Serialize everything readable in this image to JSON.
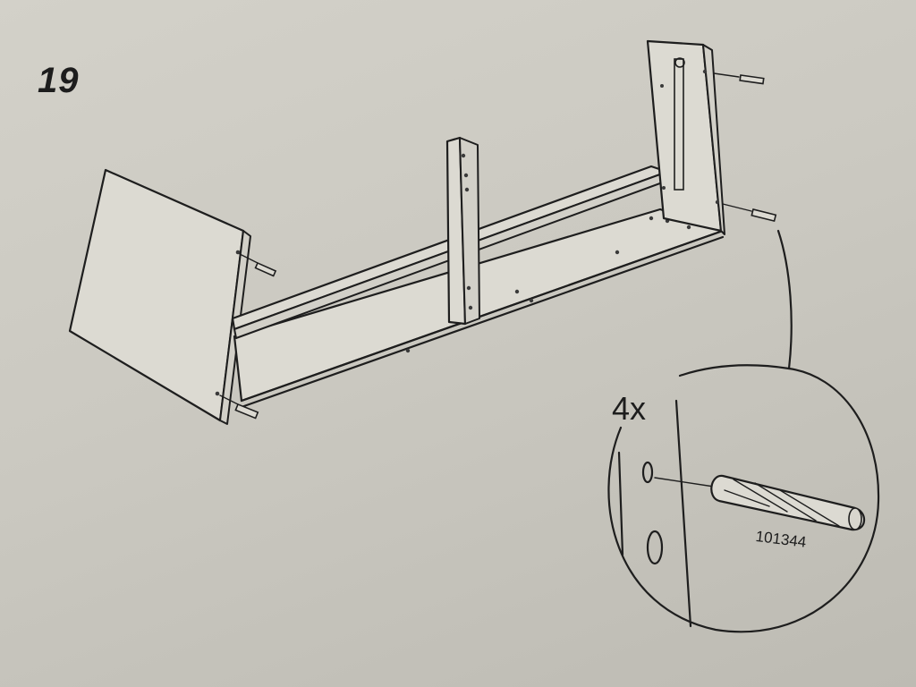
{
  "step": {
    "number": "19"
  },
  "detail": {
    "quantity": "4x",
    "part_number": "101344"
  },
  "icons": {
    "dowel": "wooden-dowel-icon",
    "magnifier": "detail-callout-circle"
  },
  "colors": {
    "paper": "#d0cec6",
    "ink": "#1e1e1e"
  }
}
